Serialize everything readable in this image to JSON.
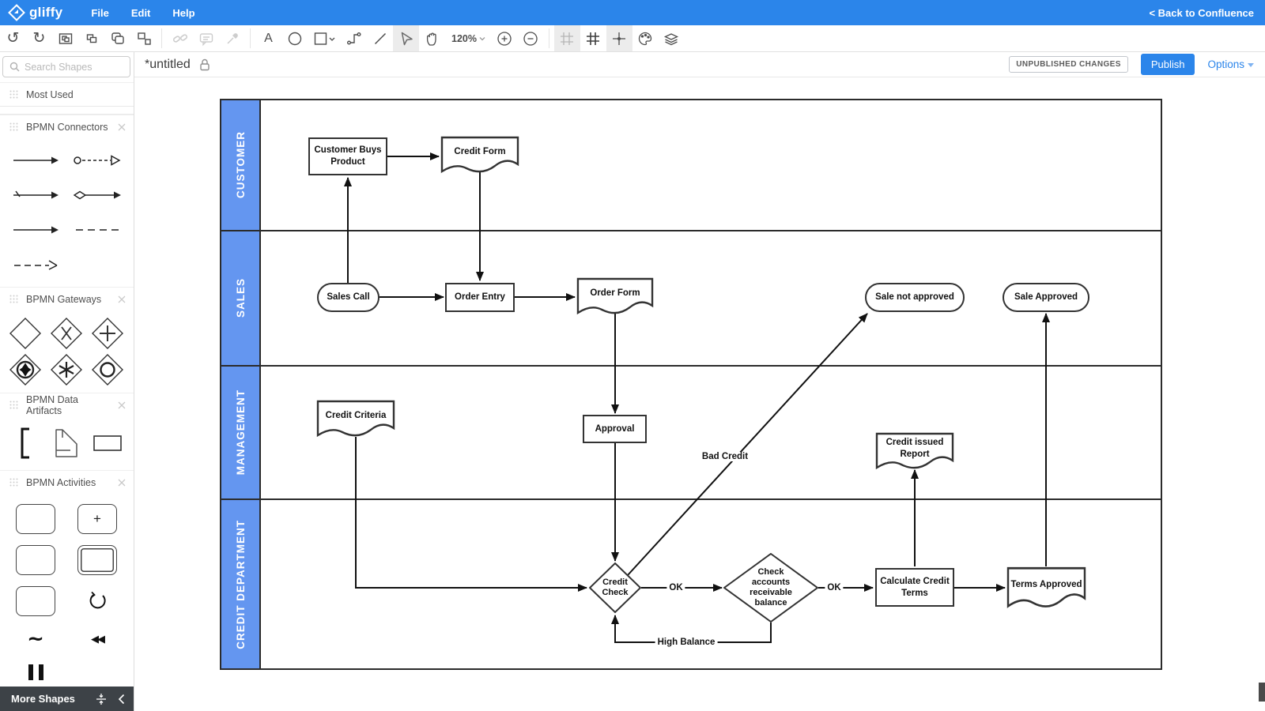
{
  "topbar": {
    "logo_text": "gliffy",
    "menu_file": "File",
    "menu_edit": "Edit",
    "menu_help": "Help",
    "back_link": "< Back to Confluence"
  },
  "toolbar": {
    "undo_glyph": "↺",
    "redo_glyph": "↻",
    "text_tool_glyph": "A",
    "zoom_level": "120%"
  },
  "header": {
    "title": "*untitled",
    "status_badge": "UNPUBLISHED CHANGES",
    "publish_label": "Publish",
    "options_label": "Options"
  },
  "sidebar": {
    "search_placeholder": "Search Shapes",
    "section_most_used": "Most Used",
    "section_connectors": "BPMN Connectors",
    "section_gateways": "BPMN Gateways",
    "section_artifacts": "BPMN Data Artifacts",
    "section_activities": "BPMN Activities",
    "more_shapes": "More Shapes",
    "tilde_glyph": "~",
    "rewind_glyph": "◀◀"
  },
  "diagram": {
    "lanes": [
      {
        "label": "CUSTOMER"
      },
      {
        "label": "SALES"
      },
      {
        "label": "MANAGEMENT"
      },
      {
        "label": "CREDIT DEPARTMENT"
      }
    ],
    "nodes": [
      {
        "label": "Customer Buys Product",
        "type": "process"
      },
      {
        "label": "Credit Form",
        "type": "document"
      },
      {
        "label": "Sales Call",
        "type": "terminator"
      },
      {
        "label": "Order Entry",
        "type": "process"
      },
      {
        "label": "Order Form",
        "type": "document"
      },
      {
        "label": "Sale not approved",
        "type": "terminator"
      },
      {
        "label": "Sale Approved",
        "type": "terminator"
      },
      {
        "label": "Credit Criteria",
        "type": "document"
      },
      {
        "label": "Approval",
        "type": "process"
      },
      {
        "label": "Credit issued Report",
        "type": "document"
      },
      {
        "label": "Credit Check",
        "type": "decision"
      },
      {
        "label": "Check accounts receivable balance",
        "type": "decision"
      },
      {
        "label": "Calculate Credit Terms",
        "type": "process"
      },
      {
        "label": "Terms Approved",
        "type": "document"
      }
    ],
    "edge_labels": [
      {
        "text": "OK"
      },
      {
        "text": "OK"
      },
      {
        "text": "Bad Credit"
      },
      {
        "text": "High Balance"
      }
    ]
  },
  "colors": {
    "topbar_blue": "#2b85ea",
    "lane_header_blue": "#6496f0",
    "publish_blue": "#2b85ea",
    "diagram_stroke": "#111111"
  }
}
